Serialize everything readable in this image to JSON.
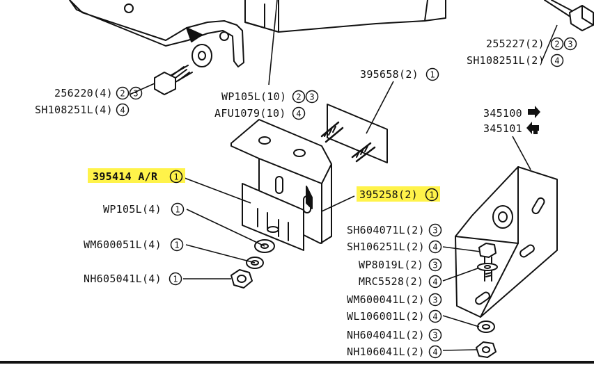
{
  "labels": {
    "l_255227": {
      "text": "255227(2)",
      "circles": [
        "2",
        "3"
      ]
    },
    "l_sh108251_tr": {
      "text": "SH108251L(2)",
      "circles": [
        "4"
      ]
    },
    "l_256220": {
      "text": "256220(4)",
      "circles": [
        "2",
        "3"
      ]
    },
    "l_sh108251_l": {
      "text": "SH108251L(4)",
      "circles": [
        "4"
      ]
    },
    "l_wp105l_10": {
      "text": "WP105L(10)",
      "circles": [
        "2",
        "3"
      ]
    },
    "l_afu1079": {
      "text": "AFU1079(10)",
      "circles": [
        "4"
      ]
    },
    "l_395658": {
      "text": "395658(2)",
      "circles": [
        "1"
      ]
    },
    "l_345100": {
      "text": "345100"
    },
    "l_345101": {
      "text": "345101"
    },
    "l_395414": {
      "text": "395414 A/R",
      "circles": [
        "1"
      ]
    },
    "l_395258": {
      "text": "395258(2)",
      "circles": [
        "1"
      ]
    },
    "l_wp105l_4": {
      "text": "WP105L(4)",
      "circles": [
        "1"
      ]
    },
    "l_wm600051": {
      "text": "WM600051L(4)",
      "circles": [
        "1"
      ]
    },
    "l_nh605041": {
      "text": "NH605041L(4)",
      "circles": [
        "1"
      ]
    },
    "l_sh604071": {
      "text": "SH604071L(2)",
      "circles": [
        "3"
      ]
    },
    "l_sh106251": {
      "text": "SH106251L(2)",
      "circles": [
        "4"
      ]
    },
    "l_wp8019": {
      "text": "WP8019L(2)",
      "circles": [
        "3"
      ]
    },
    "l_mrc5528": {
      "text": "MRC5528(2)",
      "circles": [
        "4"
      ]
    },
    "l_wm600041": {
      "text": "WM600041L(2)",
      "circles": [
        "3"
      ]
    },
    "l_wl106001": {
      "text": "WL106001L(2)",
      "circles": [
        "4"
      ]
    },
    "l_nh604041": {
      "text": "NH604041L(2)",
      "circles": [
        "3"
      ]
    },
    "l_nh106041": {
      "text": "NH106041L(2)",
      "circles": [
        "4"
      ]
    }
  },
  "highlight_color": "#fff34a",
  "ink_color": "#111111"
}
